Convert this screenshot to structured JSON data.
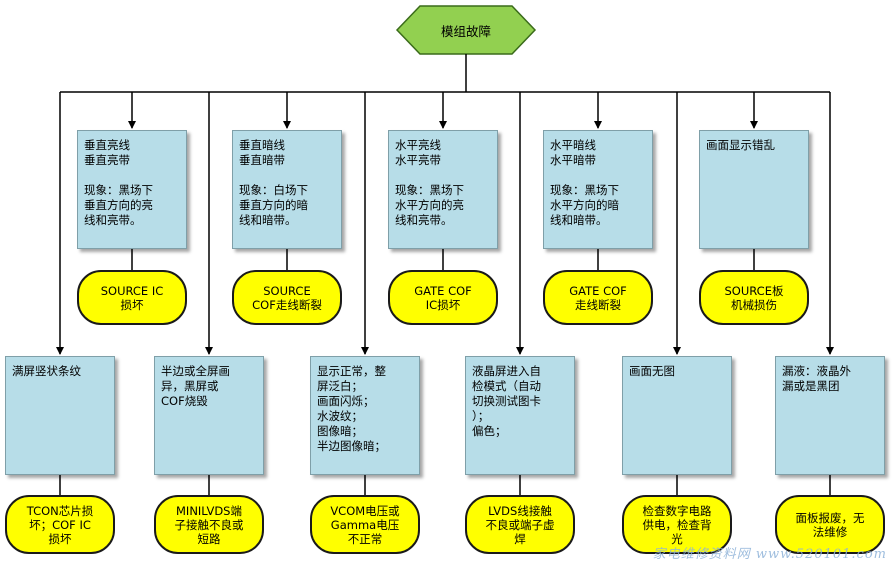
{
  "root": {
    "label": "模组故障"
  },
  "top_boxes": [
    {
      "text": "垂直亮线\n垂直亮带\n\n现象：黑场下\n垂直方向的亮\n线和亮带。"
    },
    {
      "text": "垂直暗线\n垂直暗带\n\n现象：白场下\n垂直方向的暗\n线和暗带。"
    },
    {
      "text": "水平亮线\n水平亮带\n\n现象：黑场下\n水平方向的亮\n线和亮带。"
    },
    {
      "text": "水平暗线\n水平暗带\n\n现象：黑场下\n水平方向的暗\n线和暗带。"
    },
    {
      "text": "画面显示错乱"
    }
  ],
  "top_causes": [
    {
      "text": "SOURCE IC\n损坏"
    },
    {
      "text": "SOURCE\nCOF走线断裂"
    },
    {
      "text": "GATE COF\nIC损坏"
    },
    {
      "text": "GATE COF\n走线断裂"
    },
    {
      "text": "SOURCE板\n机械损伤"
    }
  ],
  "bottom_boxes": [
    {
      "text": "满屏竖状条纹"
    },
    {
      "text": "半边或全屏画\n异，黑屏或\nCOF烧毁"
    },
    {
      "text": "显示正常，整\n屏泛白；\n画面闪烁；\n水波纹；\n图像暗；\n半边图像暗；"
    },
    {
      "text": "液晶屏进入自\n检模式（自动\n切换测试图卡\n）；\n偏色；"
    },
    {
      "text": "画面无图"
    },
    {
      "text": "漏液：液晶外\n漏或是黑团"
    }
  ],
  "bottom_causes": [
    {
      "text": "TCON芯片损\n坏；COF IC\n损坏"
    },
    {
      "text": "MINILVDS端\n子接触不良或\n短路"
    },
    {
      "text": "VCOM电压或\nGamma电压\n不正常"
    },
    {
      "text": "LVDS线接触\n不良或端子虚\n焊"
    },
    {
      "text": "检查数字电路\n供电，检查背\n光"
    },
    {
      "text": "面板报废，无\n法维修"
    }
  ],
  "watermark": "家电维修资料网 www.520101.com",
  "colors": {
    "root_fill": "#92d050",
    "box_fill": "#b7dde8",
    "cause_fill": "#ffff00",
    "line": "#000000"
  }
}
